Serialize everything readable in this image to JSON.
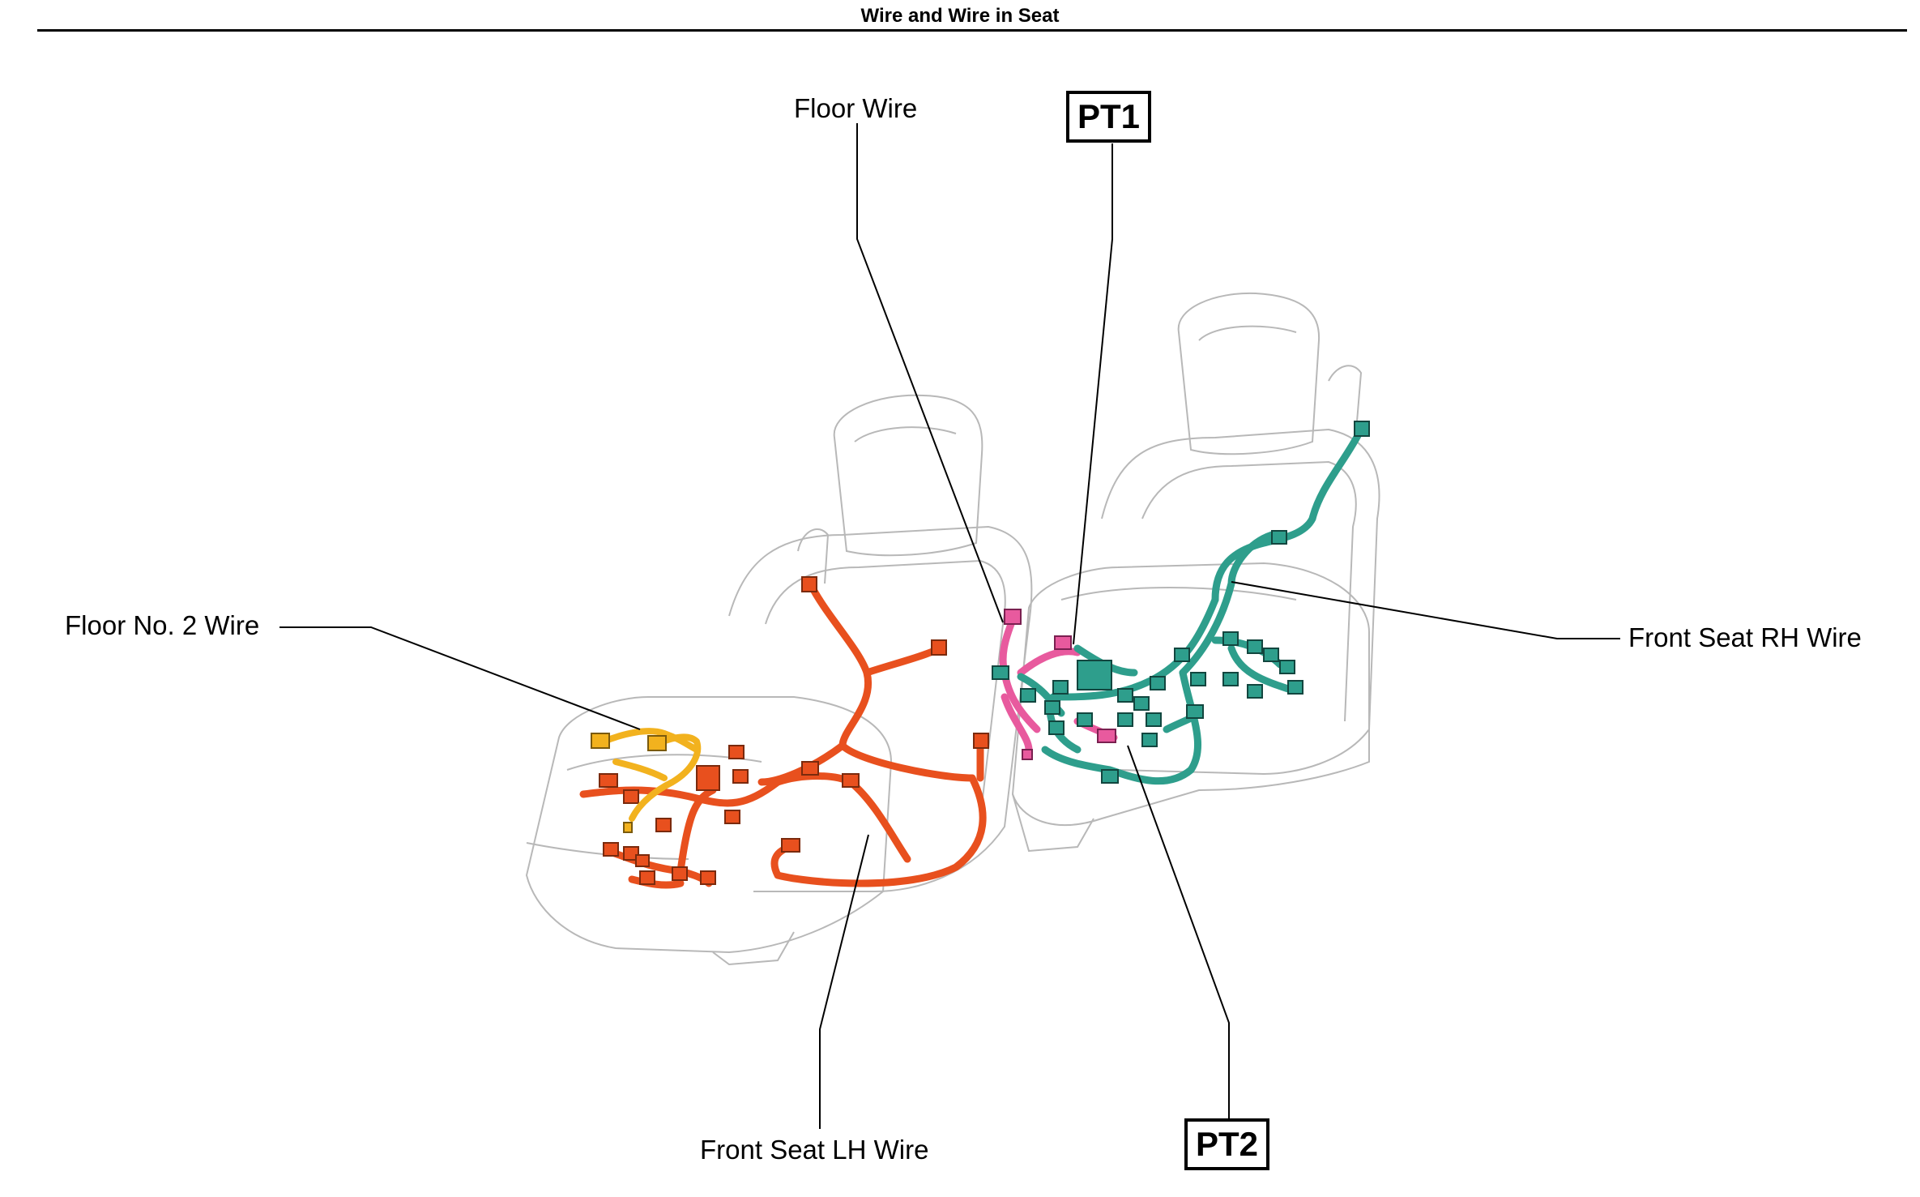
{
  "title": "Wire and Wire in Seat",
  "labels": {
    "floor_wire": "Floor Wire",
    "floor_no2_wire": "Floor No. 2 Wire",
    "front_seat_rh_wire": "Front Seat RH Wire",
    "front_seat_lh_wire": "Front Seat LH Wire"
  },
  "connector_points": {
    "pt1": "PT1",
    "pt2": "PT2"
  },
  "colors": {
    "front_seat_lh_wire": "#E8501E",
    "floor_no2_wire": "#F2B21E",
    "floor_wire": "#E85A9E",
    "front_seat_rh_wire": "#2E9E8C",
    "seat_outline": "#b8b8b8",
    "leader_line": "#000000"
  }
}
